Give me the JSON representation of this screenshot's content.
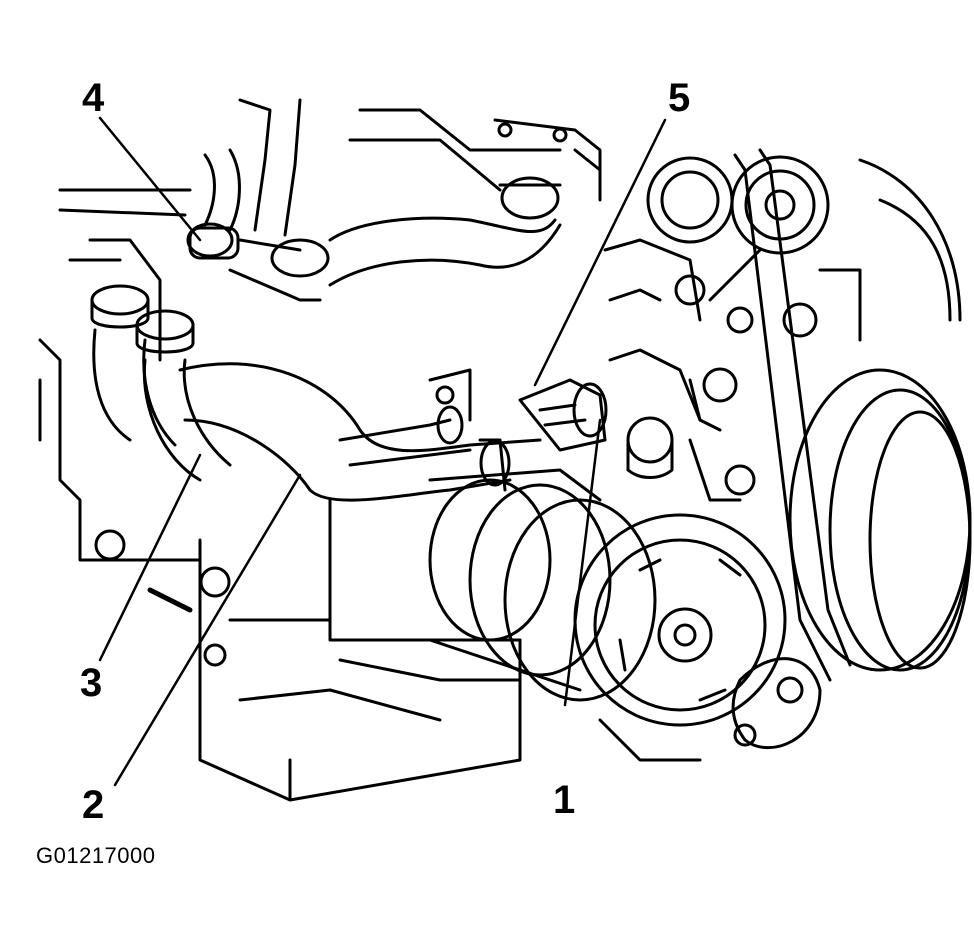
{
  "callouts": [
    {
      "id": "1",
      "label": "1"
    },
    {
      "id": "2",
      "label": "2"
    },
    {
      "id": "3",
      "label": "3"
    },
    {
      "id": "4",
      "label": "4"
    },
    {
      "id": "5",
      "label": "5"
    }
  ],
  "figure_id": "G01217000",
  "colors": {
    "line": "#000000",
    "background": "#ffffff"
  }
}
